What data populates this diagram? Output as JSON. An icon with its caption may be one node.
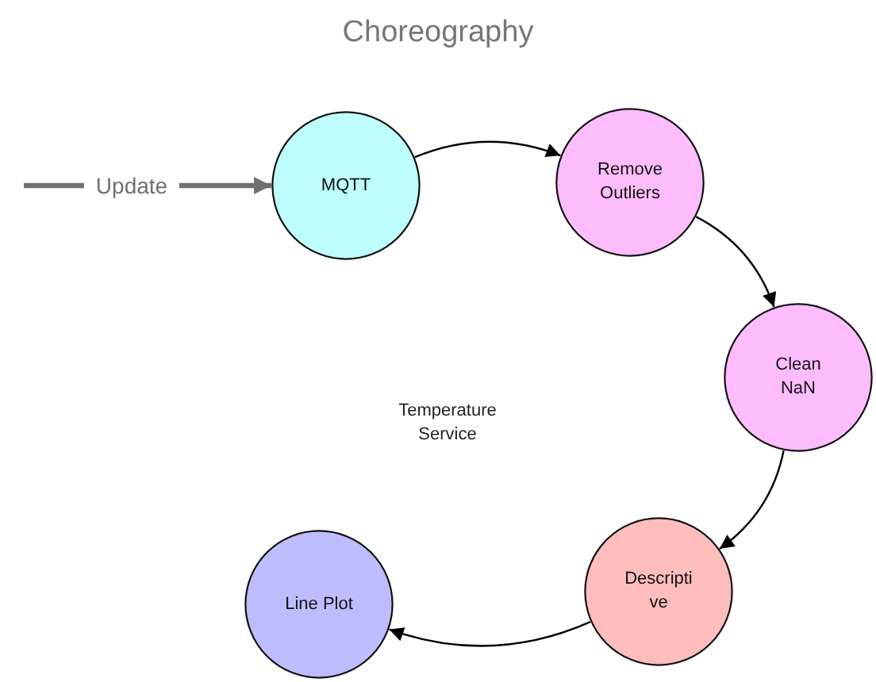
{
  "diagram": {
    "title": "Choreography",
    "nodes": [
      {
        "text": [
          "MQTT"
        ]
      },
      {
        "text": [
          "Remove Outliers"
        ]
      },
      {
        "text": [
          "Clean NaN"
        ]
      },
      {
        "text": [
          "Descriptive"
        ]
      },
      {
        "text": [
          "Line Plot"
        ]
      }
    ],
    "edges": [
      {
        "from": null,
        "to": 0,
        "arrow": "to",
        "label": "Update",
        "color": "#707070",
        "style": "thick"
      },
      {
        "from": 0,
        "to": 1,
        "arrow": "to"
      },
      {
        "from": 1,
        "to": 2,
        "arrow": "to"
      },
      {
        "from": 2,
        "to": 3,
        "arrow": "to"
      },
      {
        "from": 3,
        "to": 4,
        "arrow": "to"
      }
    ],
    "labels": [
      "Temperature Service"
    ]
  }
}
